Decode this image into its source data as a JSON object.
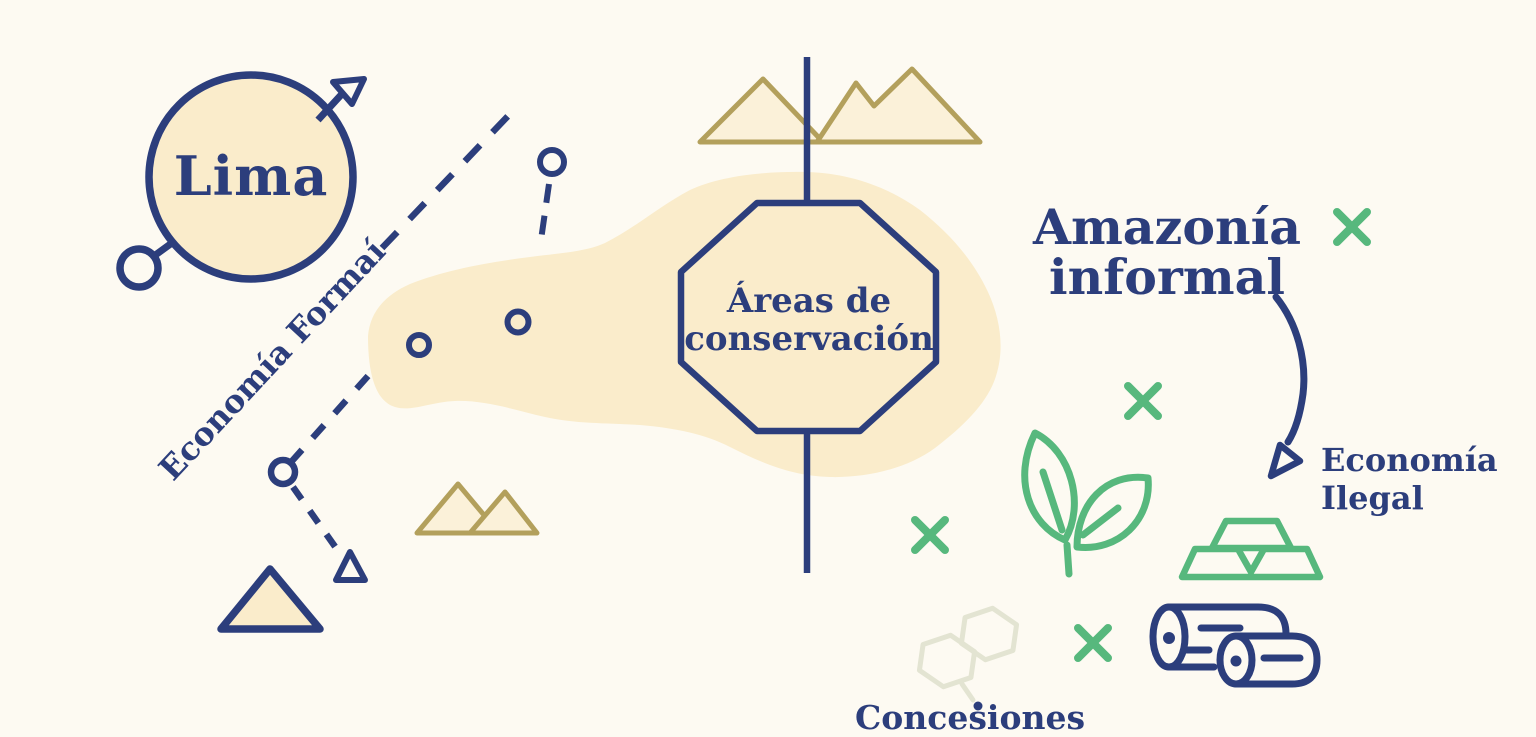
{
  "title": "Amazonia informal economy illustrated diagram",
  "palette": {
    "background": "#fdfaf2",
    "navy": "#2c3e7c",
    "beige_fill": "#faeccb",
    "mountain_fill": "#fbf1d9",
    "tan_stroke": "#b3a05c",
    "green": "#57b87d",
    "pale_hex_stroke": "#e3e4d2"
  },
  "labels": {
    "lima": "Lima",
    "economia_formal": "Economía Formaí",
    "areas_de_conservacion": {
      "line1": "Áreas de",
      "line2": "conservación"
    },
    "amazonia_informal": {
      "line1": "Amazonía",
      "line2": "informal"
    },
    "economia_ilegal": {
      "line1": "Economía",
      "line2": "Ilegal"
    },
    "concesiones": "Concesiones"
  },
  "icons": {
    "lima_node": "circle-with-compass-arrow",
    "mountain_range_top": "two-peak-mountains",
    "mountain_range_small": "two-peak-mountains-small",
    "conservation_sign": "octagon-on-vertical-post",
    "route_formal": "diagonal-dashed-line",
    "route_zigzag": "dashed-zigzag-with-rings-and-triangles",
    "x_markers": "green-x-cross (4)",
    "leaf": "two-leaves-sprout",
    "gold_bars": "stacked-gold-ingots",
    "logs": "two-wood-logs",
    "concessions_hex": "two-hexagon-honeycomb-with-dot",
    "flow_arrow": "curved-arrow-to-economia-ilegal"
  }
}
